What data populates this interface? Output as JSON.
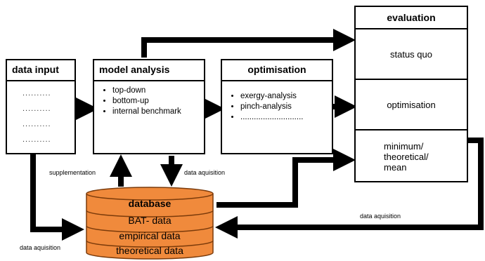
{
  "data_input": {
    "title": "data input",
    "dots": [
      "..........",
      "..........",
      "..........",
      ".........."
    ]
  },
  "model_analysis": {
    "title": "model analysis",
    "items": [
      "top-down",
      "bottom-up",
      "internal benchmark"
    ]
  },
  "optimisation": {
    "title": "optimisation",
    "items": [
      "exergy-analysis",
      "pinch-analysis",
      "............................"
    ]
  },
  "evaluation": {
    "title": "evaluation",
    "rows": [
      "status quo",
      "optimisation",
      "minimum/ theoretical/ mean"
    ]
  },
  "database": {
    "title": "database",
    "rows": [
      "BAT- data",
      "empirical data",
      "theoretical data"
    ]
  },
  "labels": {
    "supplementation": "supplementation",
    "data_acquisition_mid": "data aquisition",
    "data_acquisition_right": "data aquisition",
    "data_acquisition_left": "data aquisition"
  },
  "colors": {
    "database_fill": "#f08a3c",
    "database_stroke": "#7a3a0a"
  }
}
